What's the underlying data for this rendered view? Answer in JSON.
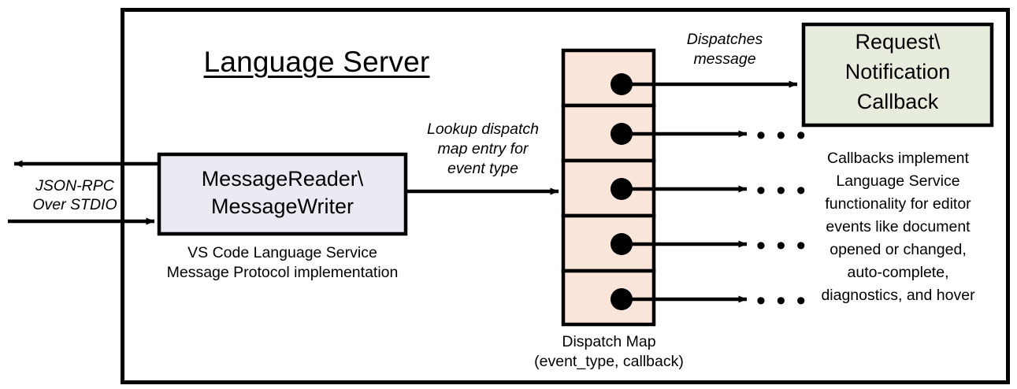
{
  "diagram": {
    "title": "Language Server",
    "outer_container_name": "Language Server boundary",
    "left_component": {
      "label_line1": "MessageReader\\",
      "label_line2": "MessageWriter",
      "fill_color": "#EBE9F2",
      "caption_line1": "VS Code Language Service",
      "caption_line2": "Message Protocol implementation"
    },
    "external_channel": {
      "label_line1": "JSON-RPC",
      "label_line2": "Over STDIO"
    },
    "lookup_edge": {
      "label_line1": "Lookup dispatch",
      "label_line2": "map entry for",
      "label_line3": "event type"
    },
    "dispatch_map": {
      "fill_color": "#FAE5DA",
      "rows": 5,
      "caption_line1": "Dispatch Map",
      "caption_line2": "(event_type, callback)"
    },
    "dispatch_edge": {
      "label_line1": "Dispatches",
      "label_line2": "message"
    },
    "callback_component": {
      "label_line1": "Request\\",
      "label_line2": "Notification",
      "label_line3": "Callback",
      "fill_color": "#E6EDDC"
    },
    "callback_note": {
      "line1": "Callbacks implement",
      "line2": "Language Service",
      "line3": "functionality for editor",
      "line4": "events like document",
      "line5": "opened or changed,",
      "line6": "auto-complete,",
      "line7": "diagnostics, and hover"
    },
    "ellipses": {
      "glyph": "• • •",
      "count": 4
    },
    "stroke_color": "#000000"
  }
}
